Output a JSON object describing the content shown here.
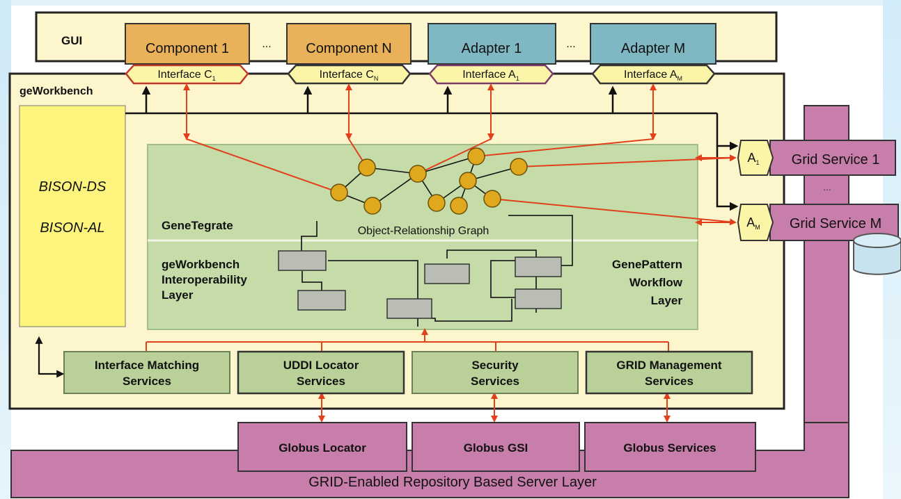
{
  "gui": {
    "label": "GUI",
    "dots": "...",
    "components": [
      {
        "label": "Component 1",
        "interface": "Interface C",
        "sub": "1"
      },
      {
        "label": "Component N",
        "interface": "Interface C",
        "sub": "N"
      }
    ],
    "adapters": [
      {
        "label": "Adapter 1",
        "interface": "Interface A",
        "sub": "1"
      },
      {
        "label": "Adapter M",
        "interface": "Interface A",
        "sub": "M"
      }
    ]
  },
  "workbench": {
    "label": "geWorkbench",
    "bison": [
      "BISON-DS",
      "BISON-AL"
    ],
    "genetegrate_label": "GeneTegrate",
    "graph_label": "Object-Relationship Graph",
    "interop_label": [
      "geWorkbench",
      "Interoperability",
      "Layer"
    ],
    "genepattern_label": [
      "GenePattern",
      "Workflow",
      "Layer"
    ],
    "services": [
      [
        "Interface Matching",
        "Services"
      ],
      [
        "UDDI Locator",
        "Services"
      ],
      [
        "Security",
        "Services"
      ],
      [
        "GRID Management",
        "Services"
      ]
    ]
  },
  "grid": {
    "services": [
      {
        "adapter": "A",
        "sub": "1",
        "label": "Grid Service 1"
      },
      {
        "adapter": "A",
        "sub": "M",
        "label": "Grid Service M"
      }
    ],
    "dots": "...",
    "globus": [
      "Globus Locator",
      "Globus GSI",
      "Globus Services"
    ],
    "server_layer": "GRID-Enabled Repository Based Server Layer"
  },
  "colors": {
    "component": "#e8b15a",
    "adapter": "#7fb7c3",
    "interface": "#fbf5a8",
    "yellow_panel": "#fdf6cc",
    "bison": "#fcf47c",
    "green": "#c5dca8",
    "green_box": "#b9d199",
    "grid": "#c77eaa",
    "node": "#e0a81c",
    "arrow": "#e2401c"
  }
}
